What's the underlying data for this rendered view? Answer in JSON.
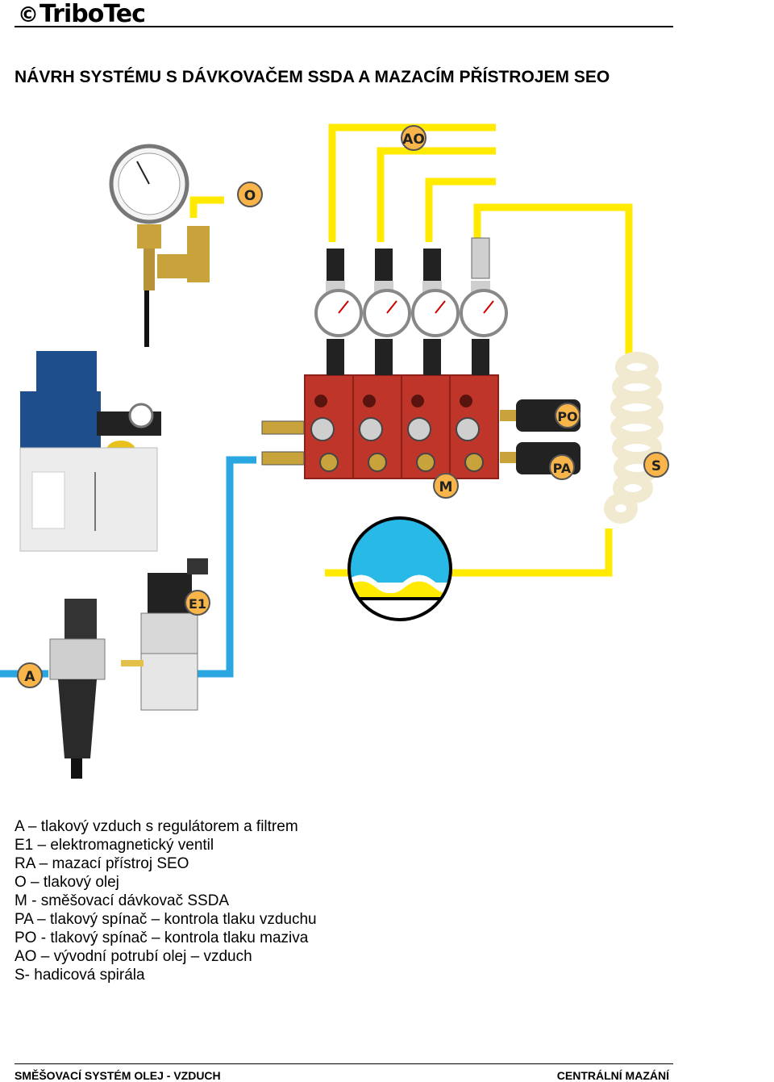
{
  "header": {
    "logo_text": "TriboTec"
  },
  "document": {
    "title": "NÁVRH SYSTÉMU S DÁVKOVAČEM SSDA A MAZACÍM PŘÍSTROJEM SEO"
  },
  "diagram": {
    "labels": {
      "ao": "AO",
      "o": "O",
      "po": "PO",
      "pa": "PA",
      "s": "S",
      "m": "M",
      "e1": "E1",
      "a": "A"
    },
    "colors": {
      "oil_line": "#ffea00",
      "air_line": "#2aa7e0",
      "badge_fill": "#f9b54a",
      "badge_stroke": "#555555",
      "distributor_red": "#c0352a",
      "lubricator_blue": "#1f4e8c"
    }
  },
  "legend": [
    "A – tlakový vzduch s regulátorem a filtrem",
    "E1 – elektromagnetický ventil",
    "RA – mazací přístroj SEO",
    "O – tlakový olej",
    "M -  směšovací dávkovač SSDA",
    "PA – tlakový spínač – kontrola tlaku vzduchu",
    "PO - tlakový spínač – kontrola tlaku maziva",
    "AO – vývodní potrubí olej – vzduch",
    "S- hadicová spirála"
  ],
  "footer": {
    "left": "SMĚŠOVACÍ SYSTÉM OLEJ -  VZDUCH",
    "right": "CENTRÁLNÍ MAZÁNÍ"
  }
}
